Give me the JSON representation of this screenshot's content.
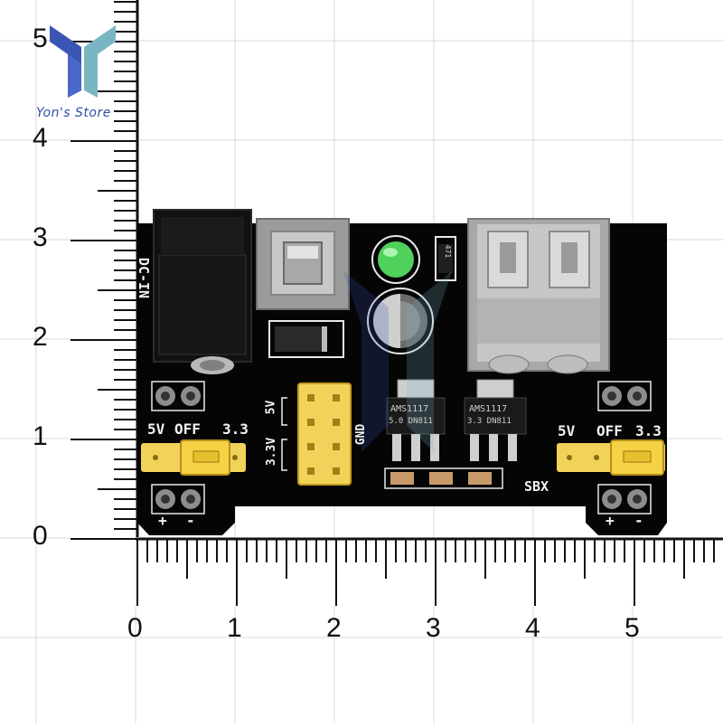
{
  "store": {
    "name": "Yon's Store",
    "brand_colors": {
      "primary": "#3b55b5",
      "accent": "#79b6c4"
    }
  },
  "ruler": {
    "vertical_labels": [
      "0",
      "1",
      "2",
      "3",
      "4",
      "5"
    ],
    "horizontal_labels": [
      "0",
      "1",
      "2",
      "3",
      "4",
      "5"
    ]
  },
  "board": {
    "color": "#050505",
    "left_labels": {
      "v5": "5V",
      "off": "OFF",
      "v33": "3.3"
    },
    "right_labels": {
      "v5": "5V",
      "off": "OFF",
      "v33": "3.3"
    },
    "rail_plus": "+",
    "rail_minus": "-",
    "jack_label": "DC-IN",
    "header_5v": "5V",
    "header_33v": "3.3V",
    "gnd": "GND",
    "reg1": "AMS1117",
    "reg1_sub": "5.0 DN811",
    "reg2": "AMS1117",
    "reg2_sub": "3.3 DN811",
    "resistor": "471",
    "maker": "SBX"
  }
}
